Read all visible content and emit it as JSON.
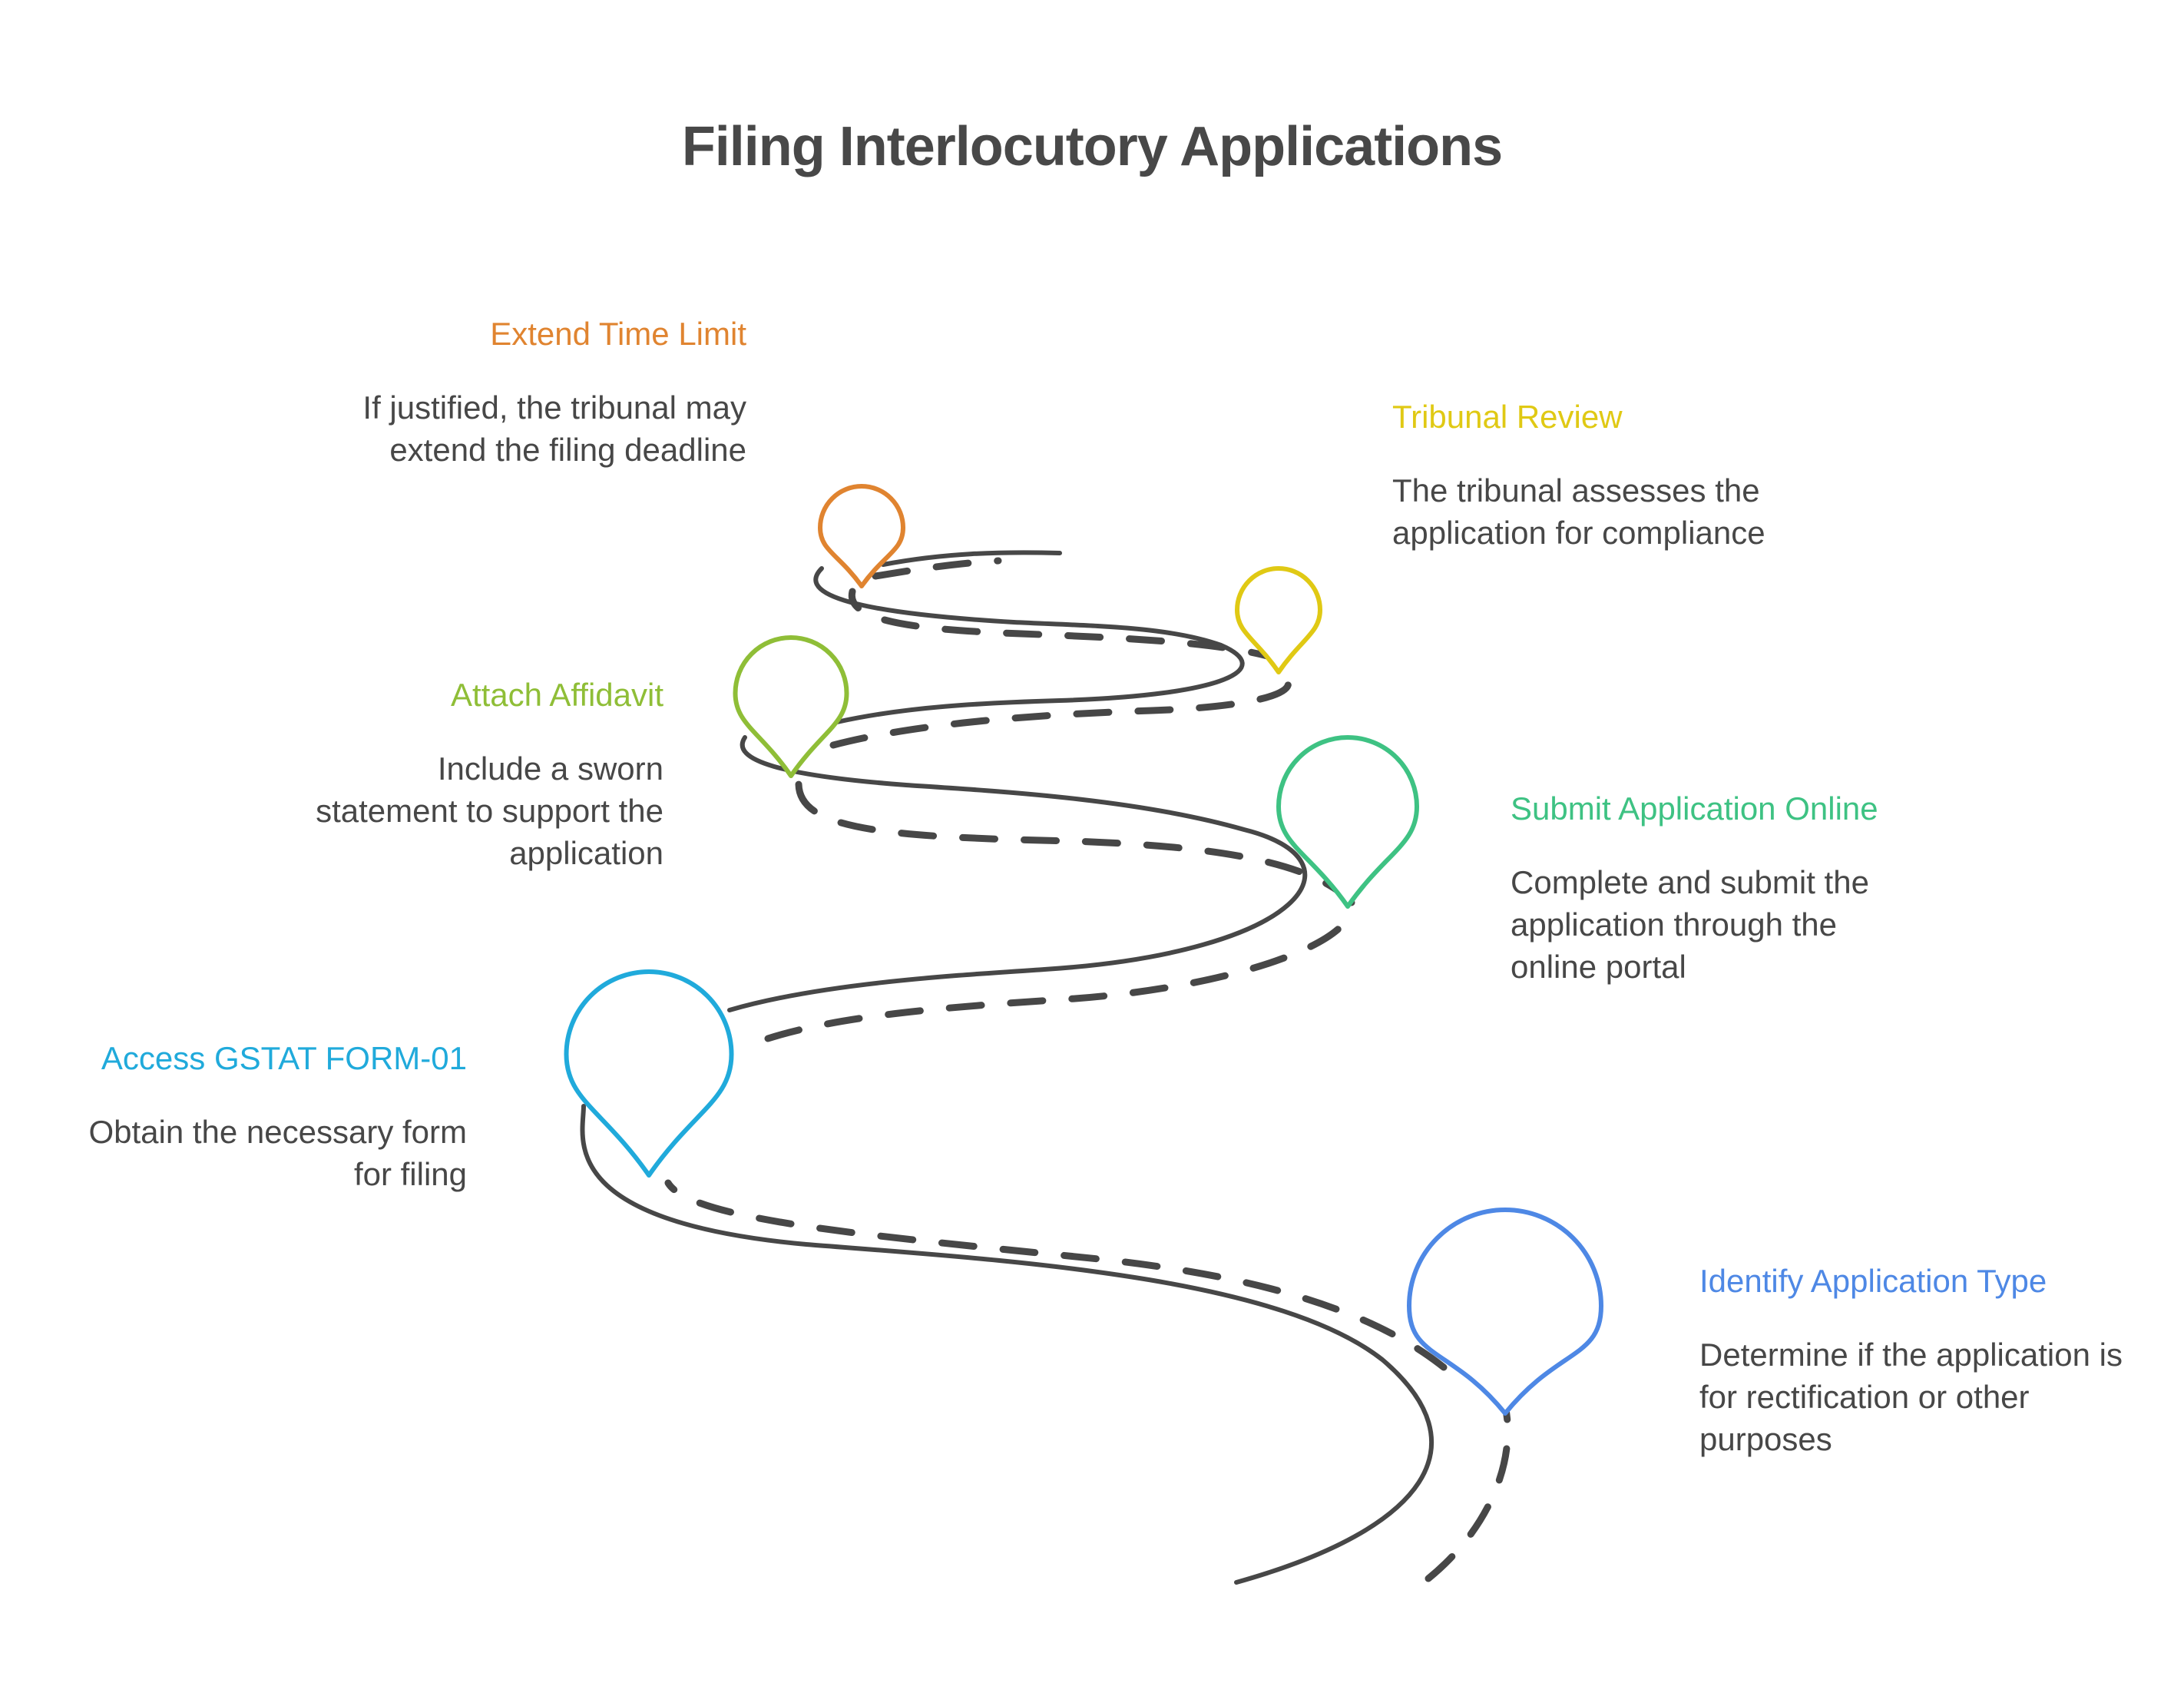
{
  "title": "Filing Interlocutory Applications",
  "road_color": "#474747",
  "steps": [
    {
      "id": "identify",
      "order": 1,
      "title": "Identify Application Type",
      "description": "Determine if the application is for rectification or other purposes",
      "color": "#4E88E5"
    },
    {
      "id": "access",
      "order": 2,
      "title": "Access GSTAT FORM-01",
      "description": "Obtain the necessary form for filing",
      "color": "#20AADB"
    },
    {
      "id": "submit",
      "order": 3,
      "title": "Submit Application Online",
      "description": "Complete and submit the application through the online portal",
      "color": "#3EC283"
    },
    {
      "id": "affidavit",
      "order": 4,
      "title": "Attach Affidavit",
      "description": "Include a sworn statement to support the application",
      "color": "#8FBE37"
    },
    {
      "id": "review",
      "order": 5,
      "title": "Tribunal Review",
      "description": "The tribunal assesses the application for compliance",
      "color": "#E0C914"
    },
    {
      "id": "extend",
      "order": 6,
      "title": "Extend Time Limit",
      "description": "If justified, the tribunal may extend the filing deadline",
      "color": "#E08430"
    }
  ]
}
